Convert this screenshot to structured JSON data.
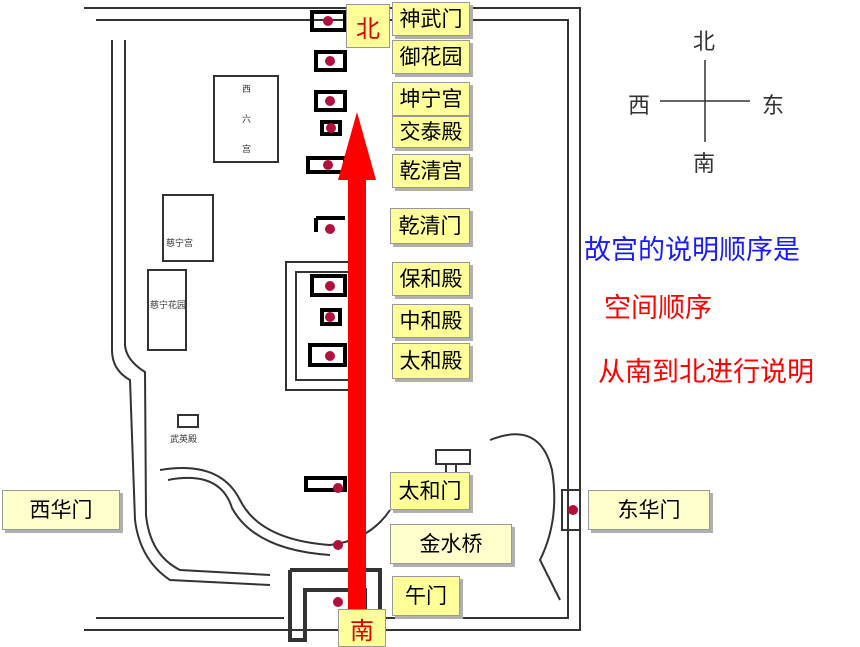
{
  "buildings": [
    {
      "id": "shenwumen",
      "label": "神武门"
    },
    {
      "id": "yuhuayuan",
      "label": "御花园"
    },
    {
      "id": "kunninggong",
      "label": "坤宁宫"
    },
    {
      "id": "jiaotaidian",
      "label": "交泰殿"
    },
    {
      "id": "qianqinggong",
      "label": "乾清宫"
    },
    {
      "id": "qianqingmen",
      "label": "乾清门"
    },
    {
      "id": "baohedian",
      "label": "保和殿"
    },
    {
      "id": "zhonghedian",
      "label": "中和殿"
    },
    {
      "id": "taihedian",
      "label": "太和殿"
    },
    {
      "id": "taihemen",
      "label": "太和门"
    },
    {
      "id": "jinshuiqiao",
      "label": "金水桥"
    },
    {
      "id": "wumen",
      "label": "午门"
    }
  ],
  "gates": {
    "west": "西华门",
    "east": "东华门"
  },
  "compass": {
    "north": "北",
    "south": "南",
    "west": "西",
    "east": "东"
  },
  "arrow": {
    "top_label": "北",
    "bottom_label": "南",
    "color": "#ff0000"
  },
  "notes": {
    "line1": "故宫的说明顺序是",
    "line2": "空间顺序",
    "line3": "从南到北进行说明"
  },
  "map_labels": {
    "xiliugong": [
      "西",
      "六",
      "宫"
    ],
    "cininggong": "慈宁宫",
    "cininghuayuan": "慈宁花园",
    "wuyingdian": "武英殿"
  },
  "colors": {
    "label_bg": "#ffff99",
    "note_blue": "#1a1aff",
    "note_red": "#ff0000",
    "dot": "#b0103a"
  }
}
